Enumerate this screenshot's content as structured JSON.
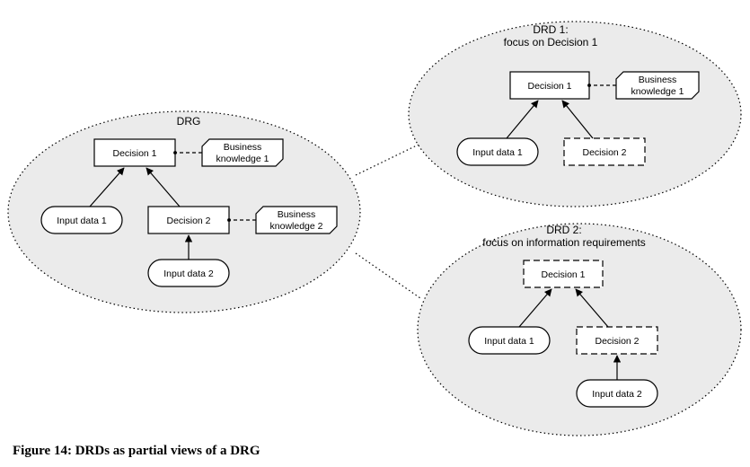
{
  "caption": "Figure 14:  DRDs as partial views of a DRG",
  "drg": {
    "title": "DRG",
    "decision1": "Decision 1",
    "decision2": "Decision 2",
    "bk1": [
      "Business",
      "knowledge 1"
    ],
    "bk2": [
      "Business",
      "knowledge 2"
    ],
    "input1": "Input data 1",
    "input2": "Input data 2"
  },
  "drd1": {
    "title": [
      "DRD 1:",
      "focus on Decision 1"
    ],
    "decision1": "Decision 1",
    "decision2": "Decision 2",
    "bk1": [
      "Business",
      "knowledge 1"
    ],
    "input1": "Input data 1"
  },
  "drd2": {
    "title": [
      "DRD 2:",
      "focus on information requirements"
    ],
    "decision1": "Decision 1",
    "decision2": "Decision 2",
    "input1": "Input data 1",
    "input2": "Input data 2"
  },
  "colors": {
    "region_fill": "#ebebeb",
    "stroke": "#000000"
  }
}
